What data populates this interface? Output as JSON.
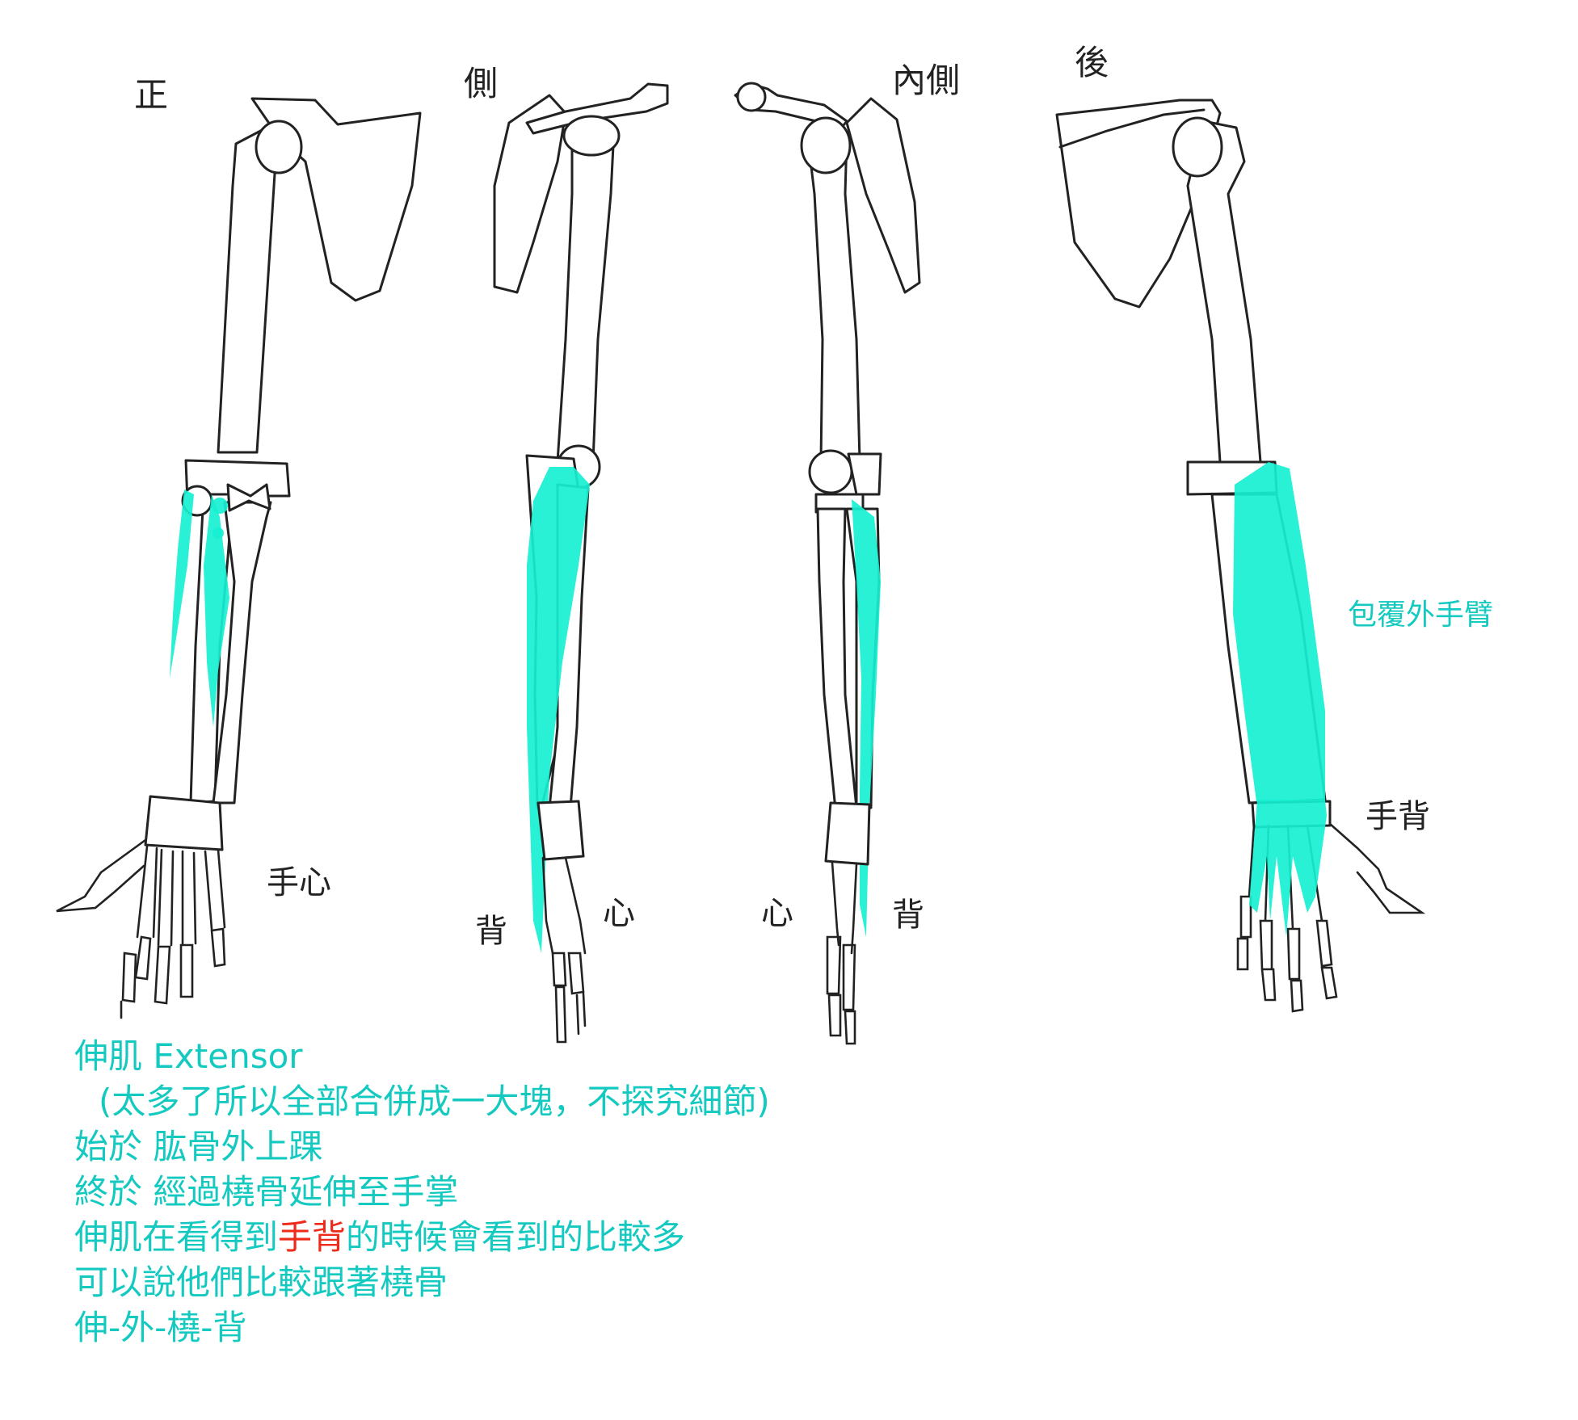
{
  "views": {
    "front": "正",
    "side": "側",
    "inner": "內側",
    "back": "後"
  },
  "side_labels": {
    "front_palm": "手心",
    "side_back": "背",
    "side_palm": "心",
    "inner_palm": "心",
    "inner_back": "背",
    "back_hand": "手背"
  },
  "annotation": "包覆外手臂",
  "notes": {
    "title_cn": "伸肌",
    "title_en": "Extensor",
    "line1": "(太多了所以全部合併成一大塊，不探究細節)",
    "line2": "始於 肱骨外上踝",
    "line3": "終於 經過橈骨延伸至手掌",
    "line4_a": "伸肌在看得到",
    "line4_highlight": "手背",
    "line4_b": "的時候會看到的比較多",
    "line5": "可以說他們比較跟著橈骨",
    "line6": "伸-外-橈-背"
  },
  "colors": {
    "muscle": "#16f0d2",
    "text_cyan": "#14c9c0",
    "highlight_red": "#ee2a1a",
    "outline": "#222222"
  }
}
